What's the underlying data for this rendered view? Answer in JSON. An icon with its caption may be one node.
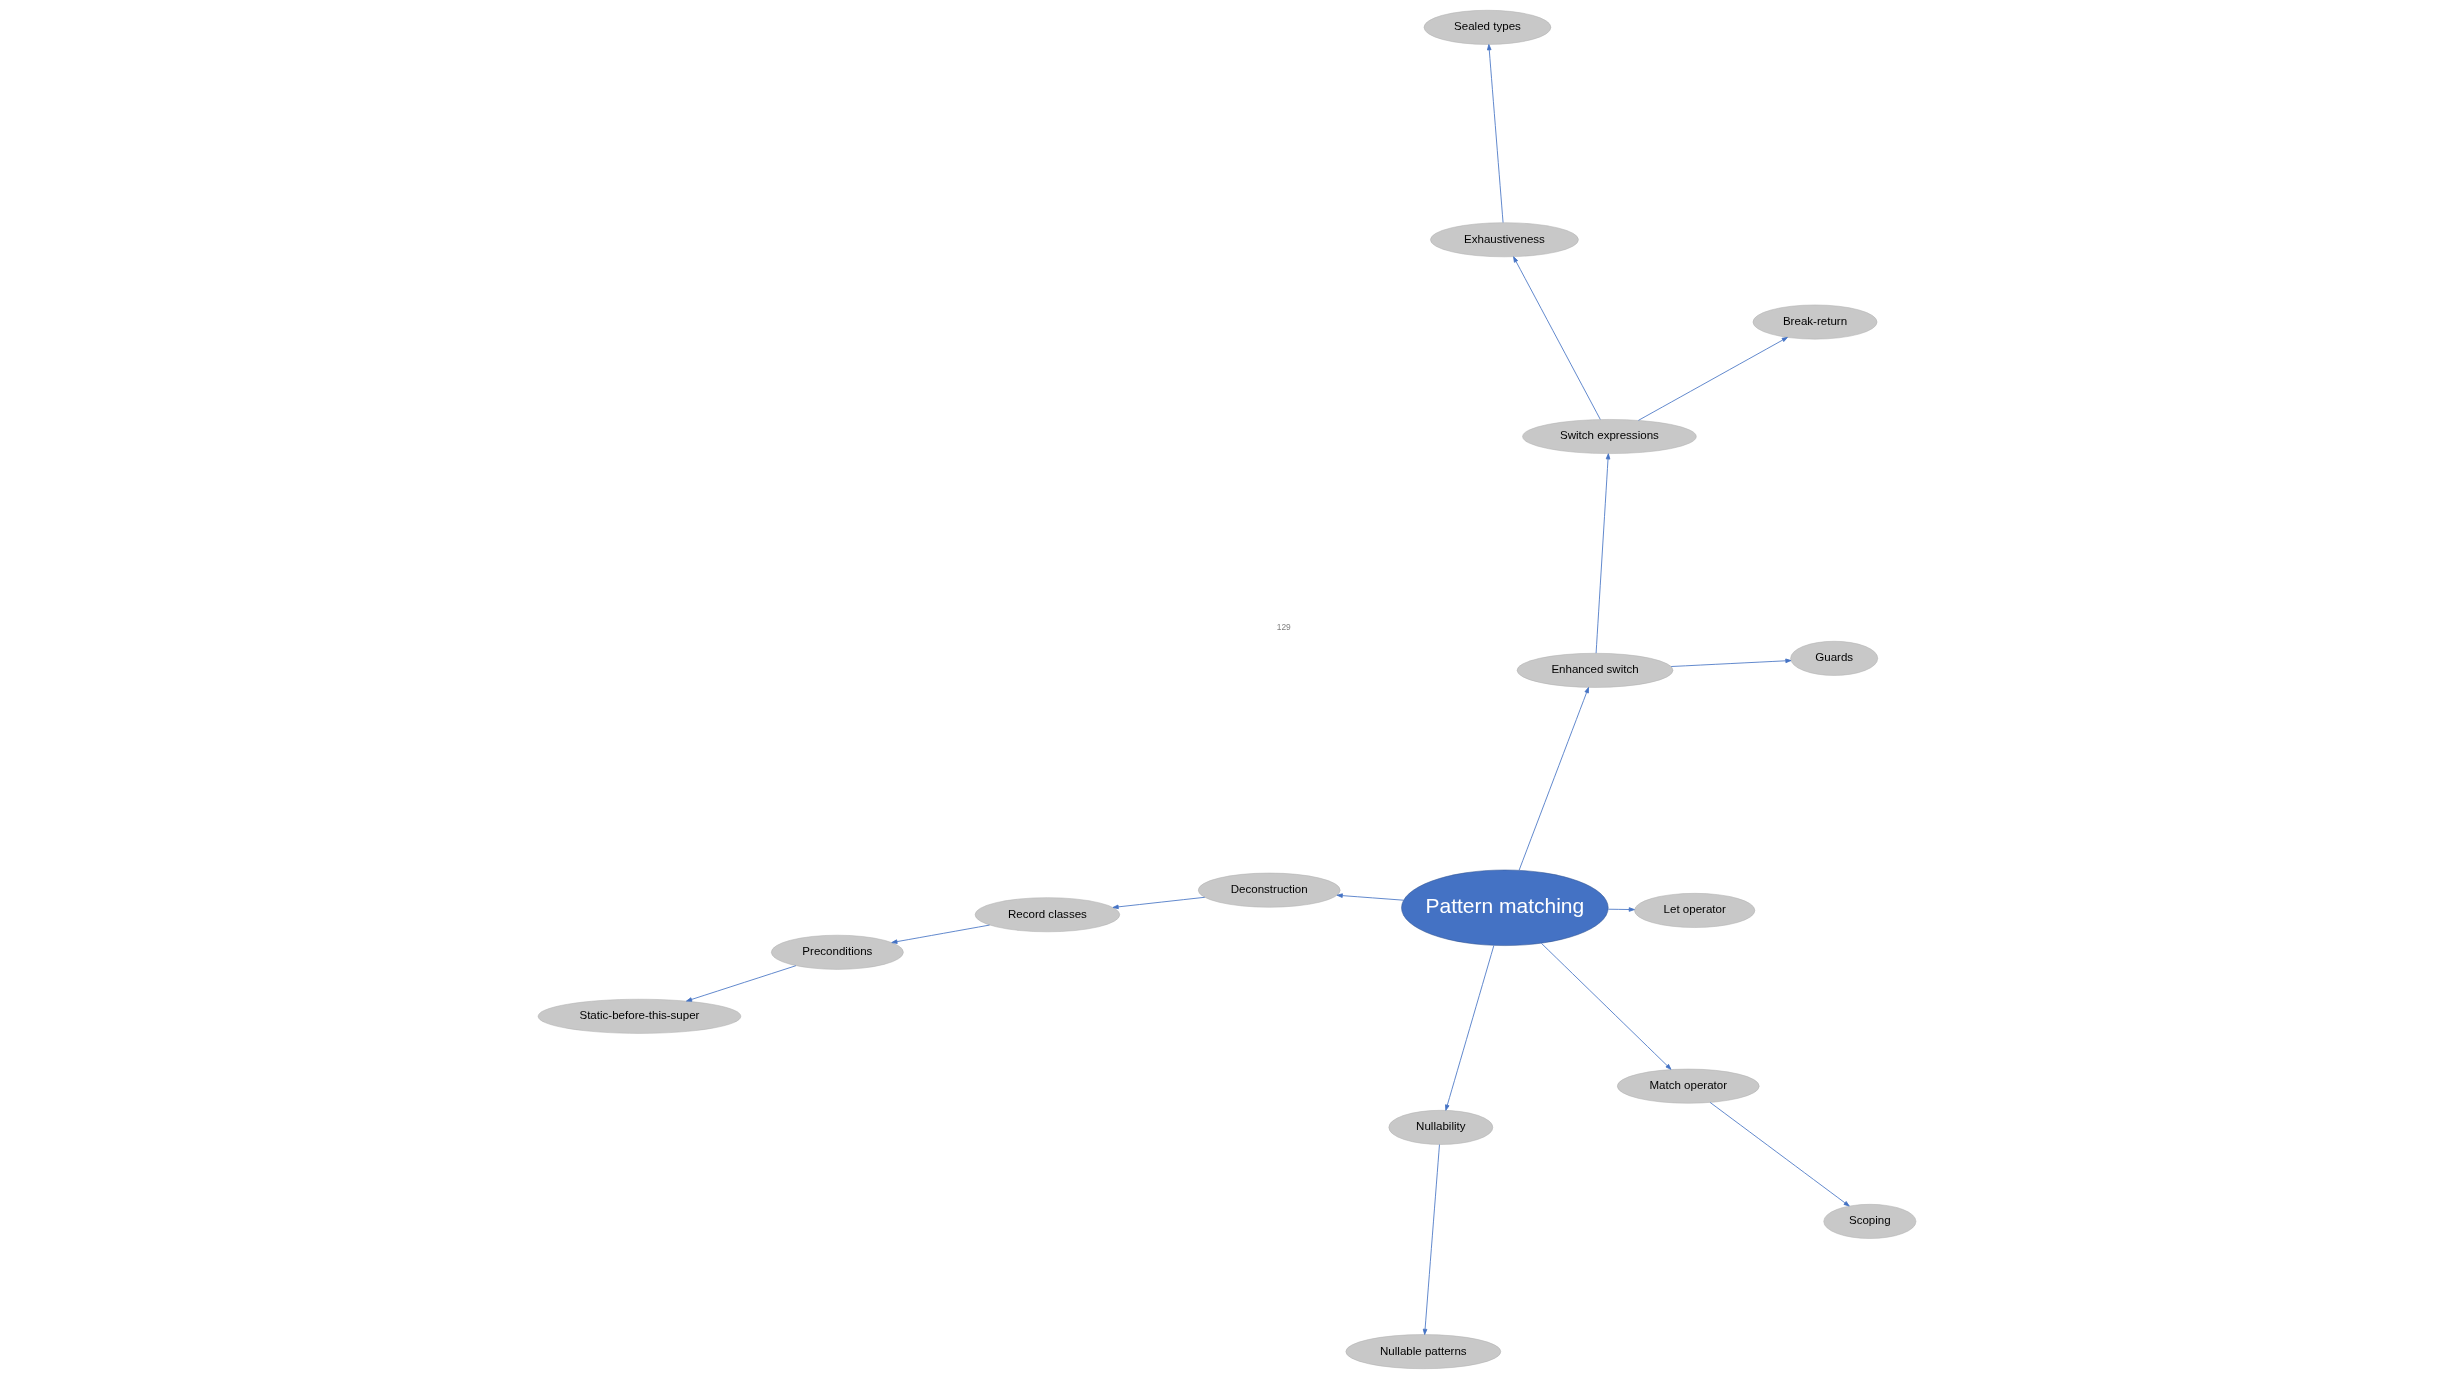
{
  "diagram": {
    "nodes": [
      {
        "text": [
          "Pattern matching"
        ]
      },
      {
        "text": [
          "Scoping"
        ]
      },
      {
        "text": [
          "Static-before-this-super"
        ]
      },
      {
        "text": [
          "Preconditions"
        ]
      },
      {
        "text": [
          "Let operator"
        ]
      },
      {
        "text": [
          "Deconstruction"
        ]
      },
      {
        "text": [
          "Record classes"
        ]
      },
      {
        "text": [
          "Match operator"
        ]
      },
      {
        "text": [
          "Nullability"
        ]
      },
      {
        "text": [
          "Nullable patterns"
        ]
      },
      {
        "text": [
          "Break-return"
        ]
      },
      {
        "text": [
          "Enhanced switch"
        ]
      },
      {
        "text": [
          "Guards"
        ]
      },
      {
        "text": [
          "Switch expressions"
        ]
      },
      {
        "text": [
          "Exhaustiveness"
        ]
      },
      {
        "text": [
          "Sealed types"
        ]
      }
    ],
    "edges": [
      {
        "from": 0,
        "to": 4,
        "arrow": "to"
      },
      {
        "from": 0,
        "to": 5,
        "arrow": "to"
      },
      {
        "from": 0,
        "to": 7,
        "arrow": "to"
      },
      {
        "from": 0,
        "to": 8,
        "arrow": "to"
      },
      {
        "from": 0,
        "to": 11,
        "arrow": "to"
      },
      {
        "from": 5,
        "to": 6,
        "arrow": "to"
      },
      {
        "from": 6,
        "to": 3,
        "arrow": "to"
      },
      {
        "from": 3,
        "to": 2,
        "arrow": "to"
      },
      {
        "from": 7,
        "to": 1,
        "arrow": "to"
      },
      {
        "from": 8,
        "to": 9,
        "arrow": "to"
      },
      {
        "from": 11,
        "to": 12,
        "arrow": "to"
      },
      {
        "from": 11,
        "to": 13,
        "arrow": "to"
      },
      {
        "from": 13,
        "to": 10,
        "arrow": "to"
      },
      {
        "from": 13,
        "to": 14,
        "arrow": "to"
      },
      {
        "from": 14,
        "to": 15,
        "arrow": "to"
      }
    ],
    "labels": [
      "129"
    ]
  }
}
